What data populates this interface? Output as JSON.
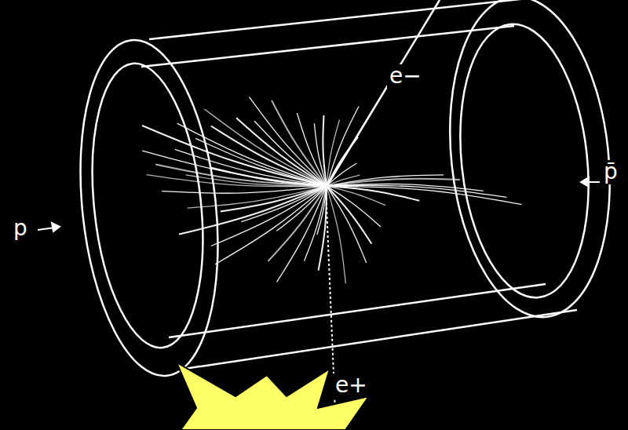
{
  "diagram": {
    "labels": [
      "e−",
      "p",
      "p̄",
      "e+"
    ]
  }
}
